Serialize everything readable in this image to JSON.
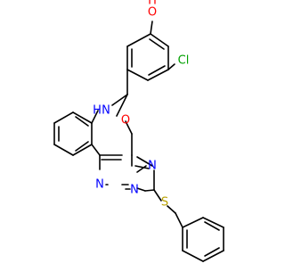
{
  "atoms": {
    "hydroxyl_oxygen": "O",
    "hydroxyl_hydrogen": "H",
    "chlorine": "Cl",
    "amine_nitrogen": "N",
    "amine_hydrogen": "H",
    "ring_oxygen": "O",
    "triazine_n_east": "N",
    "triazine_n_west": "N",
    "triazine_n_south": "N",
    "sulfur": "S"
  },
  "colors": {
    "bond": "#000000",
    "oxygen": "#ff0000",
    "nitrogen": "#0000ff",
    "chlorine": "#00a000",
    "sulfur": "#b8a000"
  }
}
